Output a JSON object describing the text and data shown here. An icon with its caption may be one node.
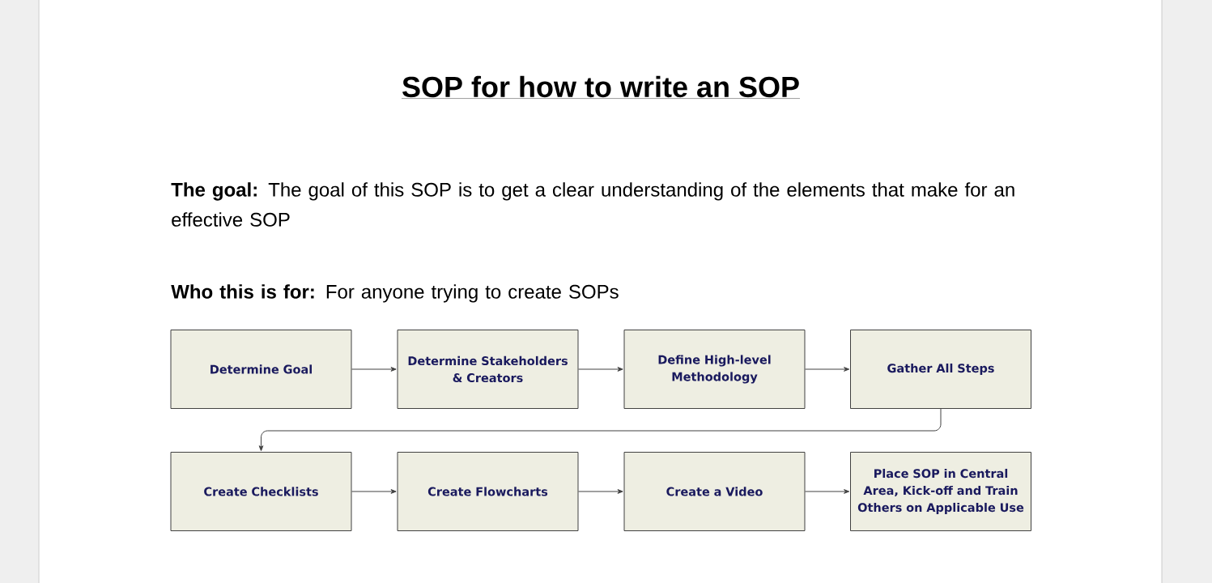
{
  "diagram": {
    "title": "SOP for how to write an SOP",
    "nodes": [
      {
        "text": [
          "Determine Goal"
        ]
      },
      {
        "text": [
          "Determine Stakeholders & Creators"
        ]
      },
      {
        "text": [
          "Define High-level Methodology"
        ]
      },
      {
        "text": [
          "Gather All Steps"
        ]
      },
      {
        "text": [
          "Create Checklists"
        ]
      },
      {
        "text": [
          "Create Flowcharts"
        ]
      },
      {
        "text": [
          "Create a Video"
        ]
      },
      {
        "text": [
          "Place SOP in Central Area, Kick-off and Train Others on Applicable Use"
        ]
      }
    ],
    "edges": [
      {
        "from": 0,
        "to": 1,
        "arrow": "to"
      },
      {
        "from": 1,
        "to": 2,
        "arrow": "to"
      },
      {
        "from": 2,
        "to": 3,
        "arrow": "to"
      },
      {
        "from": 3,
        "to": 4,
        "arrow": "to"
      },
      {
        "from": 4,
        "to": 5,
        "arrow": "to"
      },
      {
        "from": 5,
        "to": 6,
        "arrow": "to"
      },
      {
        "from": 6,
        "to": 7,
        "arrow": "to"
      }
    ],
    "labels": [
      "**The goal:** The goal of this SOP is to get a clear understanding of the elements that make for an effective SOP",
      "**Who this is for:** For anyone trying to create SOPs"
    ]
  }
}
